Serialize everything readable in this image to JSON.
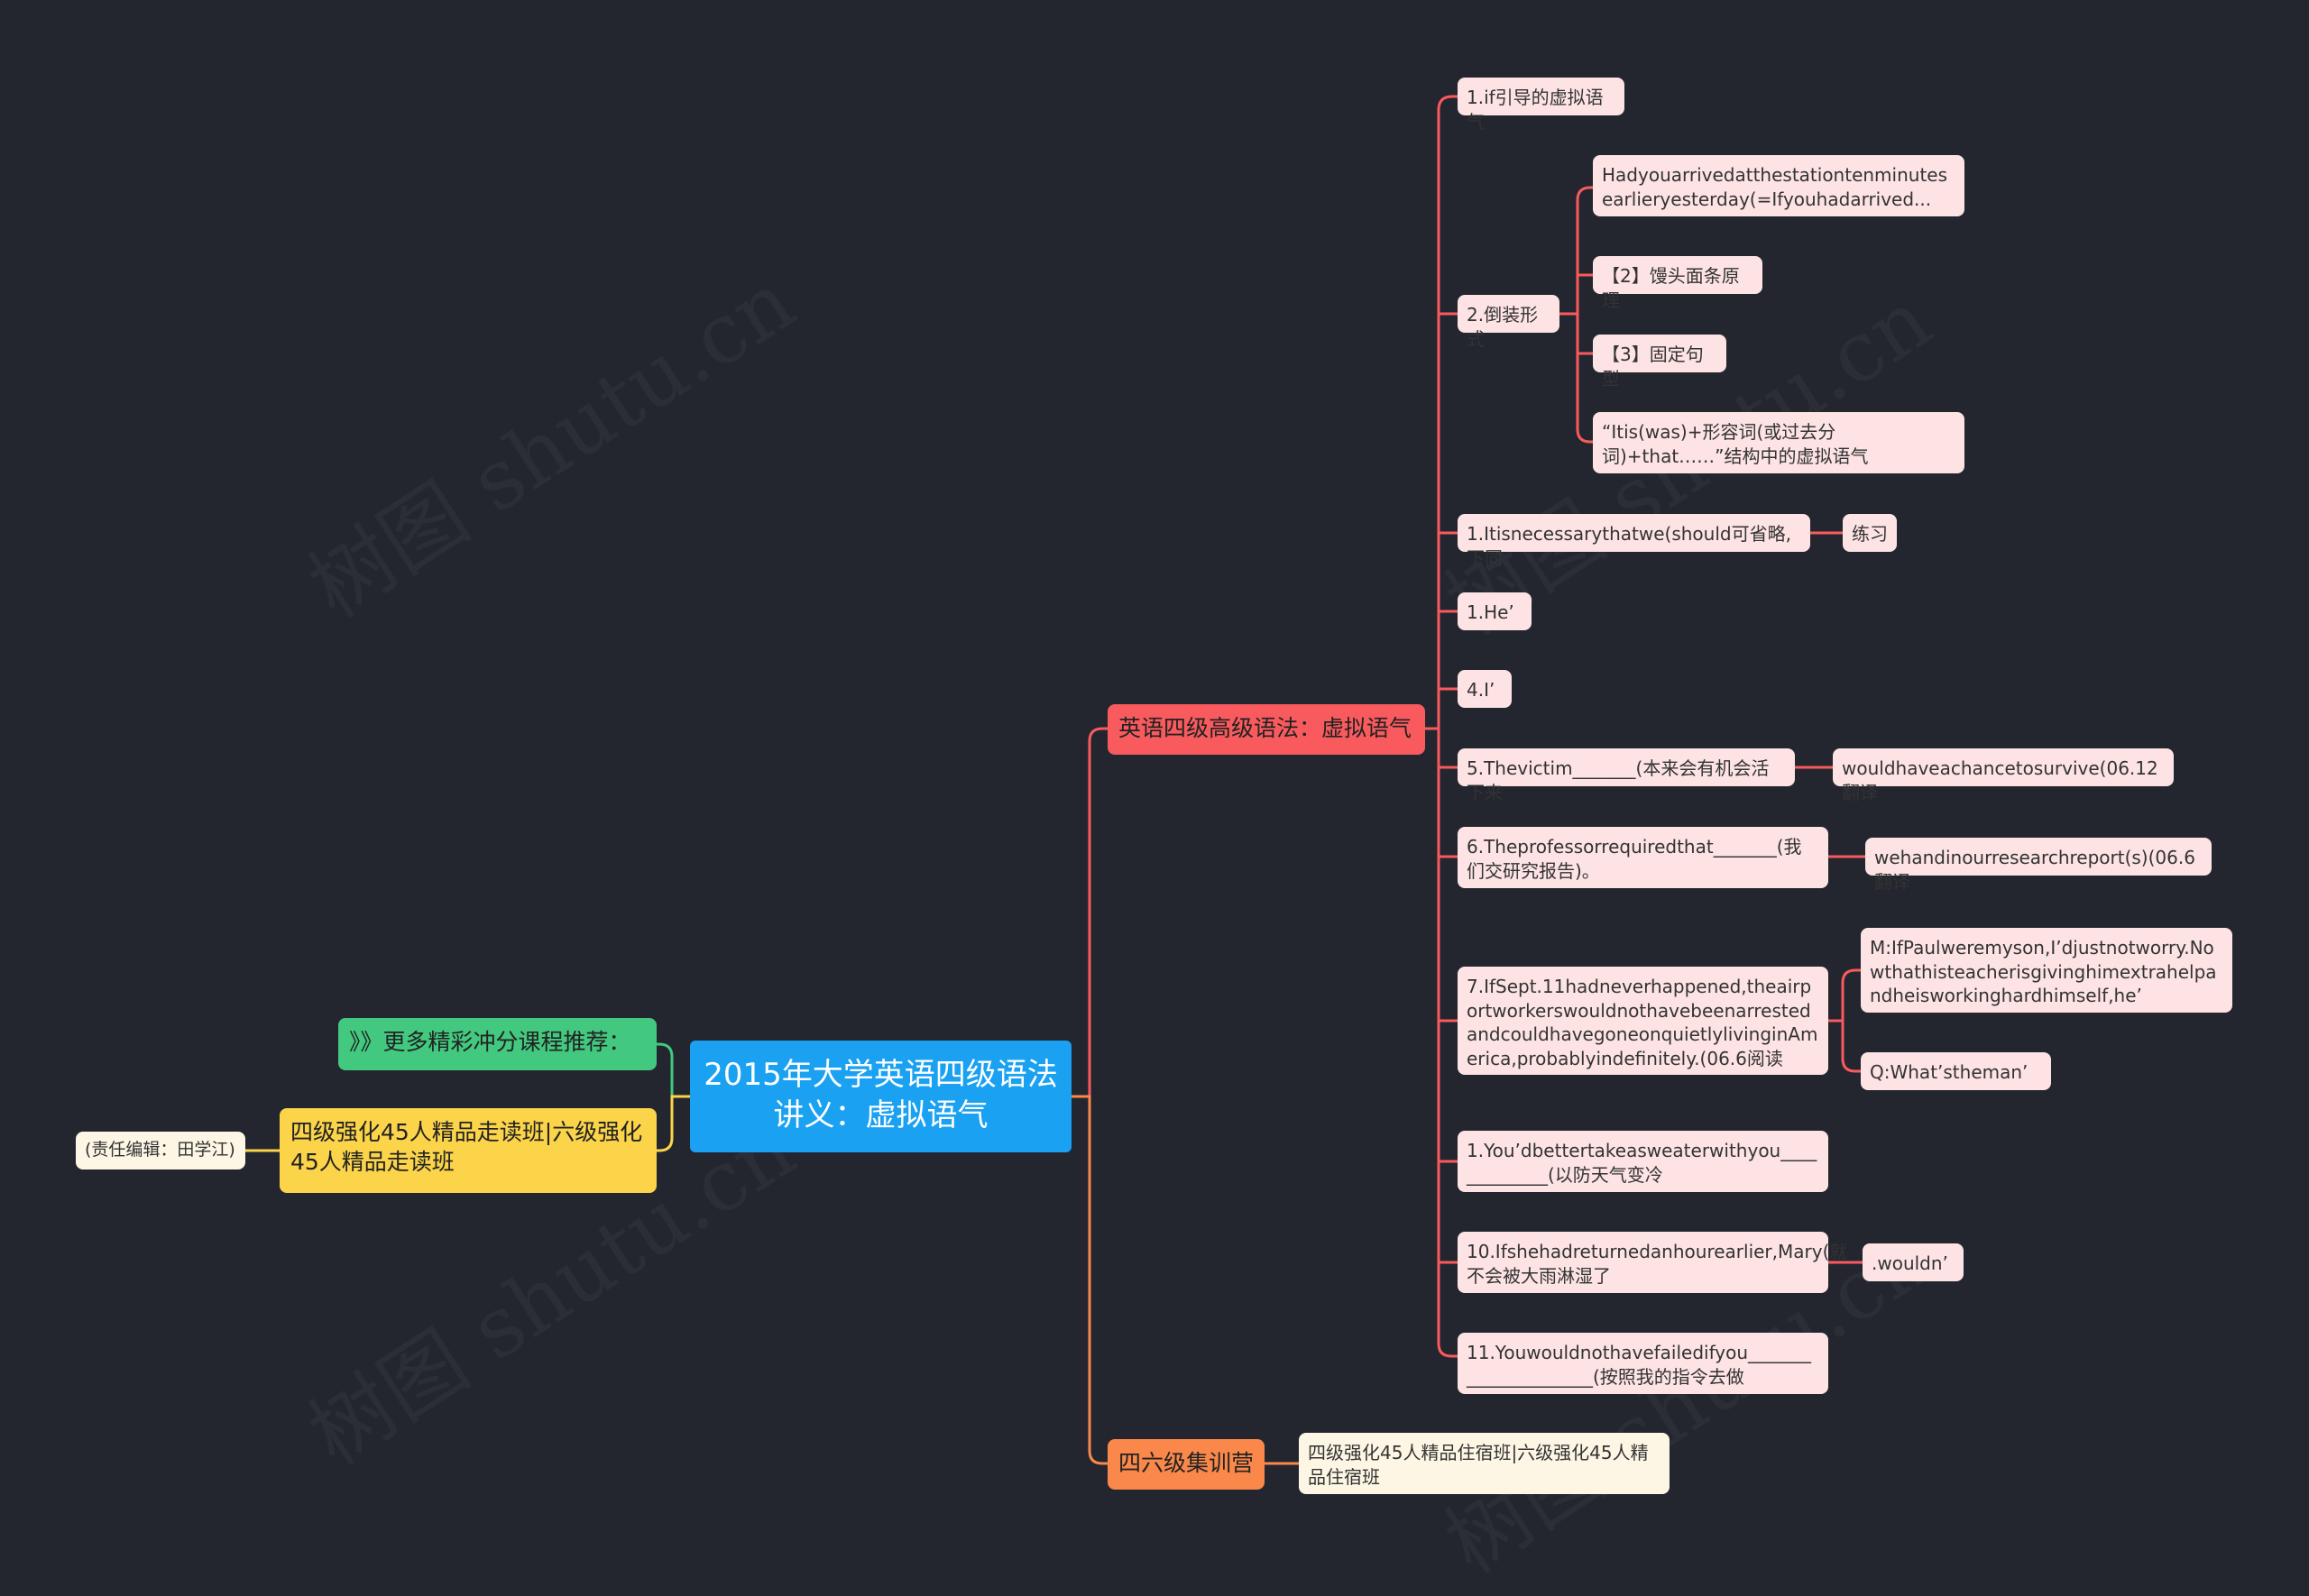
{
  "watermark": "树图 shutu.cn",
  "root": "2015年大学英语四级语法讲义：虚拟语气",
  "left": {
    "recommend": "》》更多精彩冲分课程推荐：",
    "course": "四级强化45人精品走读班|六级强化45人精品走读班",
    "editor": "(责任编辑：田学江)"
  },
  "branch1": {
    "label": "英语四级高级语法：虚拟语气",
    "items": [
      "1.if引导的虚拟语气",
      "2.倒装形式",
      "1.Itisnecessarythatwe(should可省略,下同",
      "1.He’",
      "4.I’",
      "5.Thevictim_______(本来会有机会活下来",
      "6.Theprofessorrequiredthat_______(我们交研究报告)。",
      "7.IfSept.11hadneverhappened,theairportworkerswouldnothavebeenarrestedandcouldhavegoneonquietlylivinginAmerica,probablyindefinitely.(06.6阅读",
      "1.You’dbettertakeasweaterwithyou_____________(以防天气变冷",
      "10.Ifshehadreturnedanhourearlier,Mary(就不会被大雨淋湿了",
      "11.Youwouldnothavefailedifyou_____________________(按照我的指令去做"
    ],
    "inversion_children": [
      "Hadyouarrivedatthestationtenminutesearlieryesterday(=Ifyouhadarrived...",
      "【2】馒头面条原理",
      "【3】固定句型",
      "“Itis(was)+形容词(或过去分词)+that……”结构中的虚拟语气"
    ],
    "necessary_child": "练习",
    "victim_child": "wouldhaveachancetosurvive(06.12翻译",
    "professor_child": "wehandinourresearchreport(s)(06.6翻译",
    "sept11_children": [
      "M:IfPaulweremyson,I’djustnotworry.Nowthathisteacherisgivinghimextrahelpandheisworkinghardhimself,he’",
      "Q:What’stheman’"
    ],
    "returned_child": ".wouldn’"
  },
  "branch2": {
    "label": "四六级集训营",
    "child": "四级强化45人精品住宿班|六级强化45人精品住宿班"
  },
  "colors": {
    "background": "#23252f",
    "root": "#1aa1f2",
    "branch_red": "#f85a5d",
    "branch_orange": "#f9884a",
    "green": "#42c97f",
    "yellow": "#fbd44a",
    "pink_node": "#fde3e4",
    "cream_node": "#fdf6e4"
  }
}
